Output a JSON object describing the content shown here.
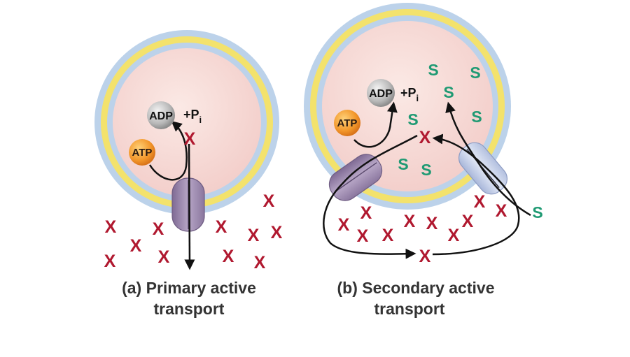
{
  "panels": {
    "a": {
      "caption_line1": "(a) Primary active",
      "caption_line2": "transport",
      "atp": "ATP",
      "adp": "ADP",
      "pi_prefix": "+P",
      "pi_sub": "i",
      "x_label": "X"
    },
    "b": {
      "caption_line1": "(b) Secondary active",
      "caption_line2": "transport",
      "atp": "ATP",
      "adp": "ADP",
      "pi_prefix": "+P",
      "pi_sub": "i",
      "x_label": "X",
      "s_label": "S"
    }
  },
  "colors": {
    "cytoplasm": "#f7d9d5",
    "membrane_blue": "#bcd2ea",
    "membrane_yellow": "#f3e26c",
    "solute_x": "#b0182f",
    "solute_s": "#1f9a73",
    "atp_orange": "#f2962a",
    "adp_gray": "#b8b8b8",
    "pump_purple": "#9c88ad",
    "cotransporter_blue": "#c7d2ea"
  }
}
